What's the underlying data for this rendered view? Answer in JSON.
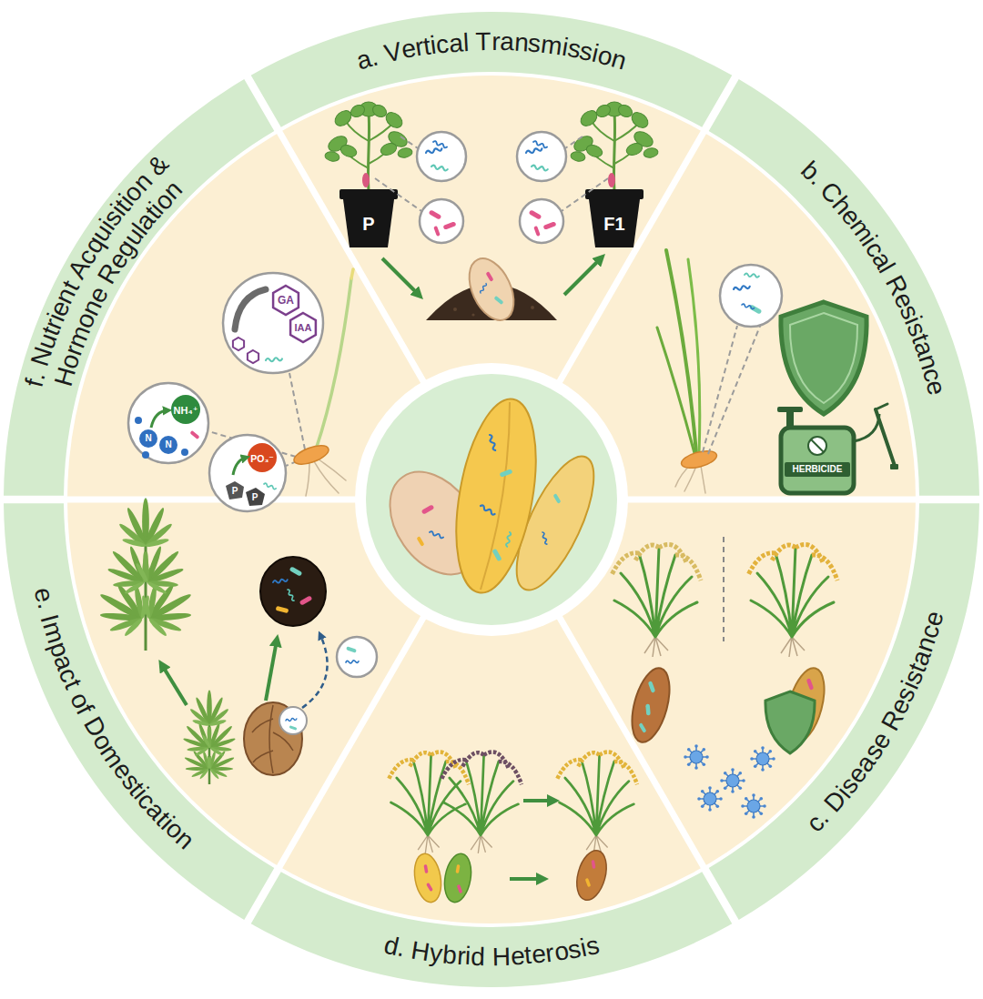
{
  "diagram": {
    "nodes": [
      {
        "text": [
          "a. Vertical Transmission"
        ]
      },
      {
        "text": [
          "b. Chemical Resistance"
        ]
      },
      {
        "text": [
          "c. Disease Resistance"
        ]
      },
      {
        "text": [
          "d. Hybrid Heterosis"
        ]
      },
      {
        "text": [
          "e. Impact of Domestication"
        ]
      },
      {
        "text": [
          "f. Nutrient Acquisition & Hormone Regulation"
        ]
      }
    ],
    "labels": [
      "P",
      "F1",
      "HERBICIDE",
      "GA",
      "IAA",
      "NH₄⁺",
      "N",
      "N",
      "PO₃⁻",
      "P",
      "P"
    ]
  }
}
